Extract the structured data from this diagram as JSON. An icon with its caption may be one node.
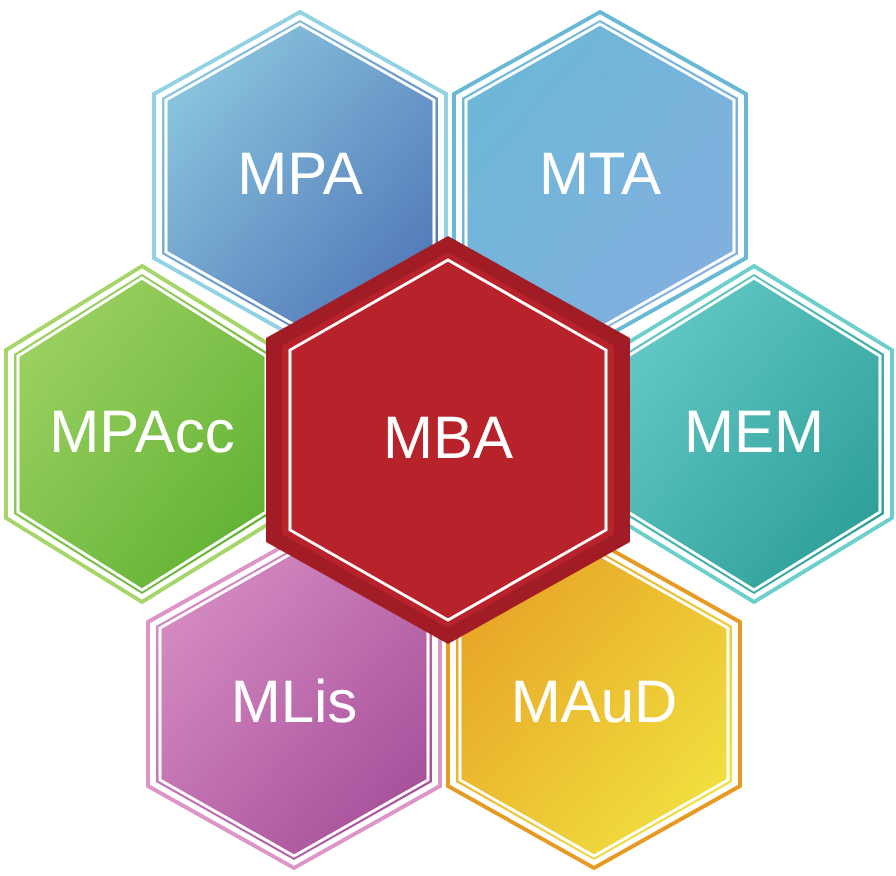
{
  "diagram": {
    "nodes": [
      {
        "text": [
          "MPA"
        ]
      },
      {
        "text": [
          "MTA"
        ]
      },
      {
        "text": [
          "MPAcc"
        ]
      },
      {
        "text": [
          "MBA"
        ]
      },
      {
        "text": [
          "MEM"
        ]
      },
      {
        "text": [
          "MLis"
        ]
      },
      {
        "text": [
          "MAuD"
        ]
      }
    ]
  }
}
